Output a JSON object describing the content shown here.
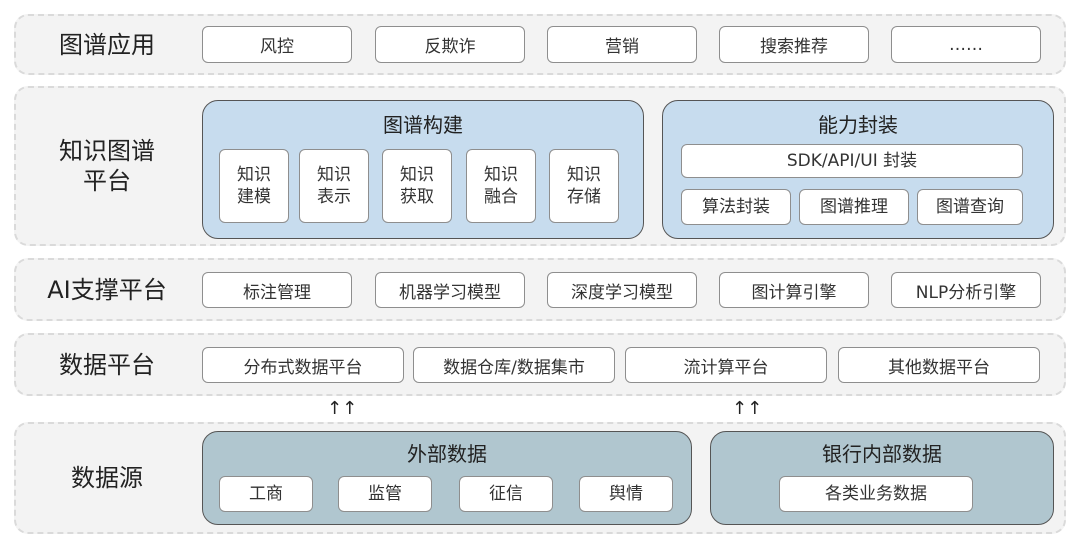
{
  "app_layer": {
    "label": "图谱应用",
    "items": [
      "风控",
      "反欺诈",
      "营销",
      "搜索推荐",
      "……"
    ]
  },
  "kg_platform": {
    "label": "知识图谱\n平台",
    "construction": {
      "title": "图谱构建",
      "items": [
        "知识\n建模",
        "知识\n表示",
        "知识\n获取",
        "知识\n融合",
        "知识\n存储"
      ]
    },
    "packaging": {
      "title": "能力封装",
      "sdk": "SDK/API/UI 封装",
      "items": [
        "算法封装",
        "图谱推理",
        "图谱查询"
      ]
    }
  },
  "ai_layer": {
    "label": "AI支撑平台",
    "items": [
      "标注管理",
      "机器学习模型",
      "深度学习模型",
      "图计算引擎",
      "NLP分析引擎"
    ]
  },
  "data_platform": {
    "label": "数据平台",
    "items": [
      "分布式数据平台",
      "数据仓库/数据集市",
      "流计算平台",
      "其他数据平台"
    ]
  },
  "arrows": [
    "↑↑",
    "↑↑"
  ],
  "data_source": {
    "label": "数据源",
    "external": {
      "title": "外部数据",
      "items": [
        "工商",
        "监管",
        "征信",
        "舆情"
      ]
    },
    "internal": {
      "title": "银行内部数据",
      "items": [
        "各类业务数据"
      ]
    }
  }
}
